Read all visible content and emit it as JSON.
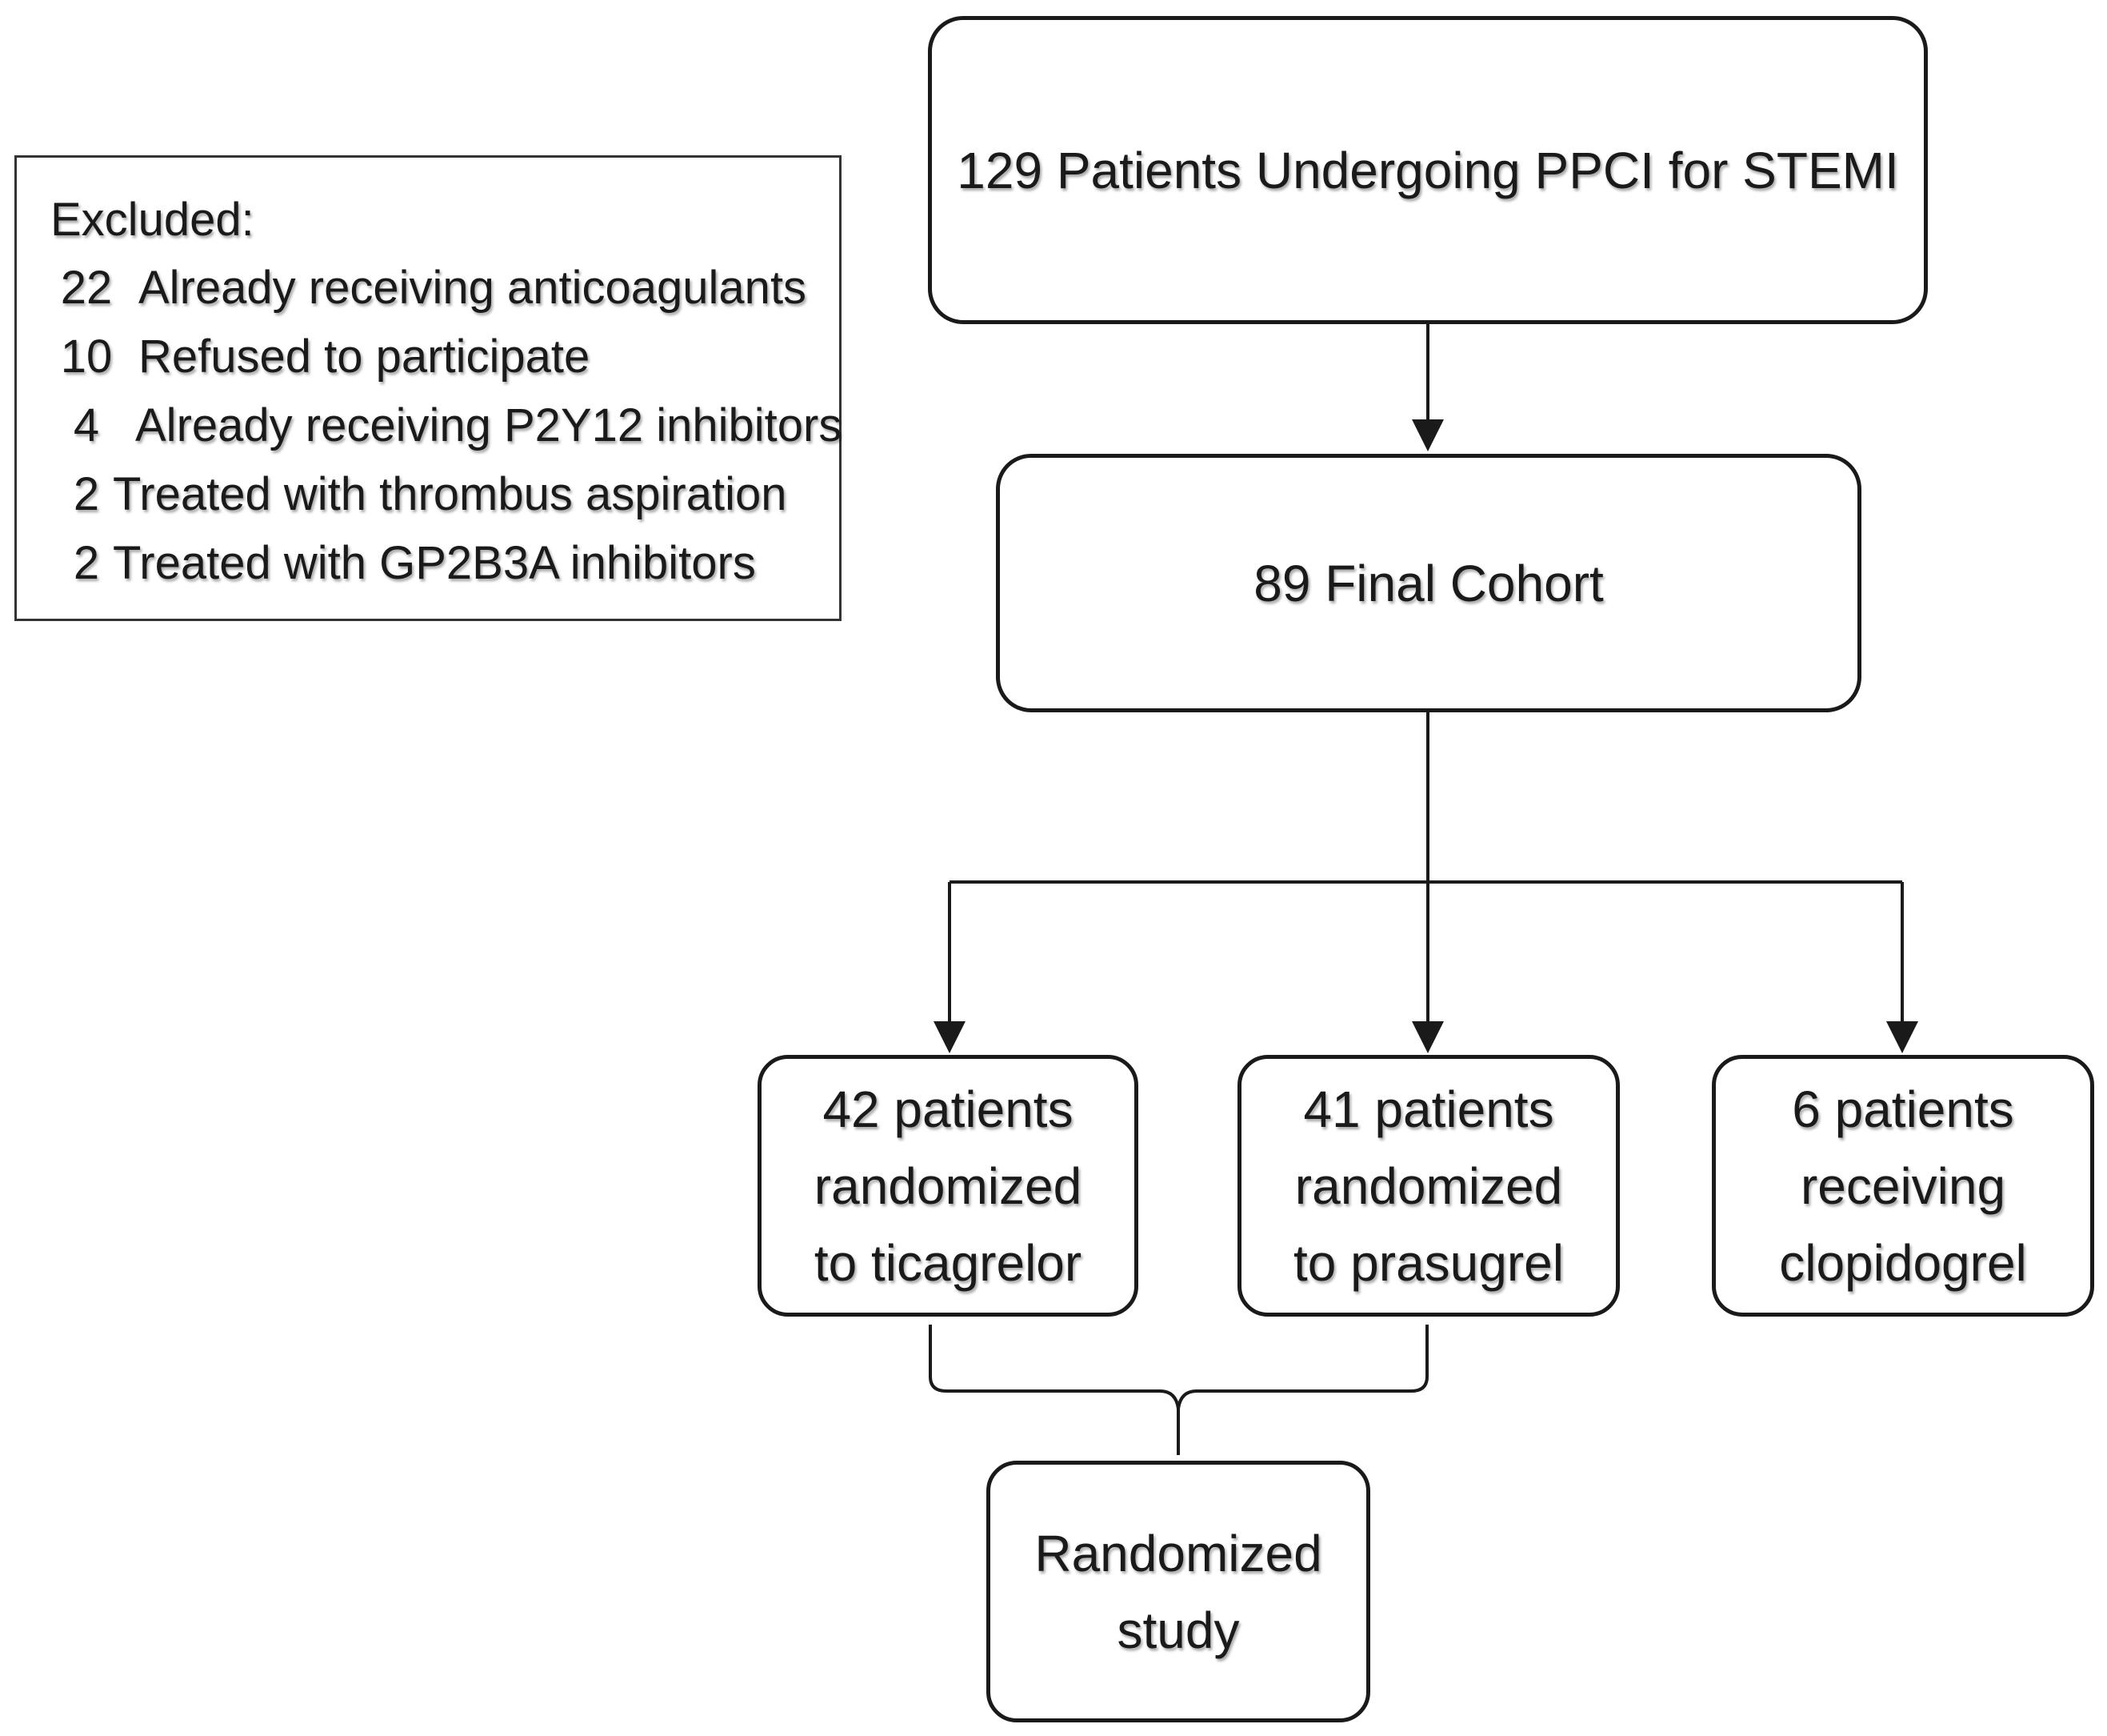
{
  "exclusion": {
    "title": "Excluded:",
    "items": [
      {
        "count": "22",
        "reason": "Already receiving anticoagulants"
      },
      {
        "count": "10",
        "reason": "Refused to participate"
      },
      {
        "count": "4",
        "reason": "Already receiving  P2Y12 inhibitors"
      },
      {
        "count": "2",
        "reason": "Treated with thrombus aspiration"
      },
      {
        "count": "2",
        "reason": "Treated with GP2B3A inhibitors"
      }
    ]
  },
  "nodes": {
    "enrolled": {
      "lines": [
        "129 Patients Undergoing PPCI for STEMI"
      ]
    },
    "final_cohort": {
      "lines": [
        "89 Final Cohort"
      ]
    },
    "ticagrelor": {
      "lines": [
        "42 patients",
        "randomized",
        "to ticagrelor"
      ]
    },
    "prasugrel": {
      "lines": [
        "41 patients",
        "randomized",
        "to prasugrel"
      ]
    },
    "clopidogrel": {
      "lines": [
        "6 patients",
        "receiving",
        "clopidogrel"
      ]
    },
    "randomized_study": {
      "lines": [
        "Randomized",
        "study"
      ]
    }
  }
}
